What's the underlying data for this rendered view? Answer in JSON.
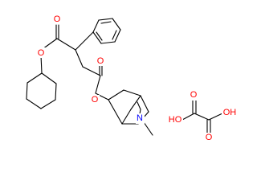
{
  "colors": {
    "bond": "#000000",
    "oxygen": "#ff0000",
    "nitrogen": "#0000ff",
    "background": "#ffffff"
  },
  "atoms": {
    "o_ester1_carbonyl": "O",
    "o_ester1_link": "O",
    "o_ester2_carbonyl": "O",
    "o_ester2_link": "O",
    "n_bridge": "N",
    "oxalic_o_top": "O",
    "oxalic_o_bottom": "O",
    "oxalic_oh_left": "HO",
    "oxalic_oh_right": "OH"
  }
}
